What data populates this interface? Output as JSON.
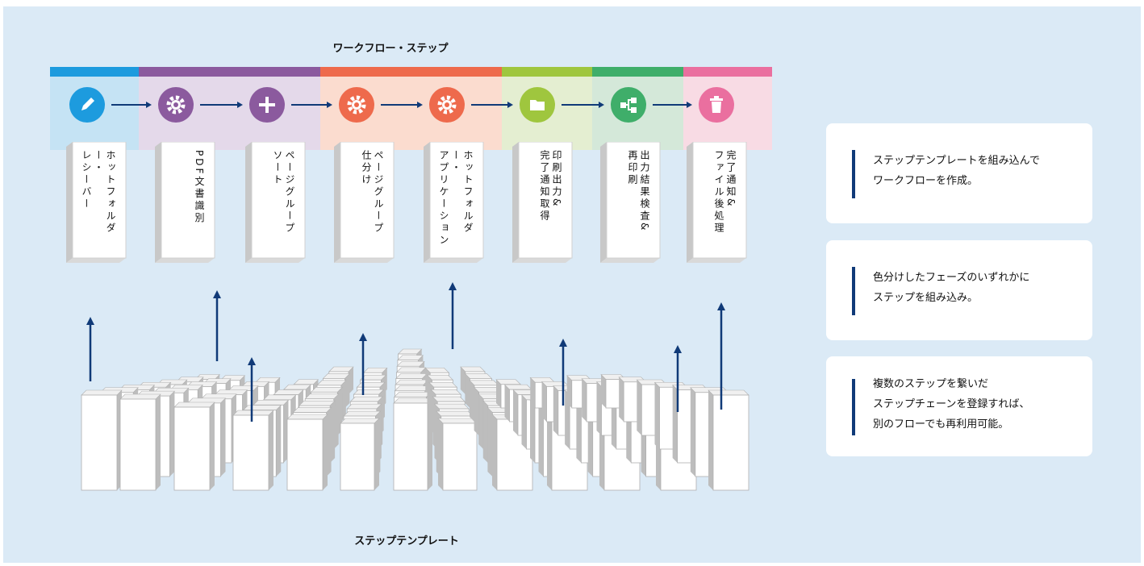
{
  "workflow_title": "ワークフロー・ステップ",
  "template_title": "ステップテンプレート",
  "phases": [
    {
      "color": "#1d9bde",
      "tint": "#c5e3f4"
    },
    {
      "color": "#8b5a9e",
      "tint": "#e4d9ea"
    },
    {
      "color": "#ee6a4c",
      "tint": "#fbdccf"
    },
    {
      "color": "#9fc63e",
      "tint": "#e4eed1"
    },
    {
      "color": "#3fae6a",
      "tint": "#d4e8d9"
    },
    {
      "color": "#ea6f9f",
      "tint": "#f8dbe4"
    }
  ],
  "steps": [
    {
      "icon": "pencil-icon",
      "color": "#1d9bde",
      "label": "ホットフォルダー・\nレシーバー"
    },
    {
      "icon": "gear-icon",
      "color": "#8b5a9e",
      "label": "PDF文書識別"
    },
    {
      "icon": "plus-icon",
      "color": "#8b5a9e",
      "label": "ページグループ\nソート"
    },
    {
      "icon": "gear-icon",
      "color": "#ee6a4c",
      "label": "ページグループ\n仕分け"
    },
    {
      "icon": "gear-icon",
      "color": "#ee6a4c",
      "label": "ホットフォルダー・\nアプリケーション"
    },
    {
      "icon": "folder-icon",
      "color": "#9fc63e",
      "label": "印刷出力&\n完了通知取得"
    },
    {
      "icon": "flow-icon",
      "color": "#3fae6a",
      "label": "出力結果検査&\n再印刷"
    },
    {
      "icon": "trash-icon",
      "color": "#ea6f9f",
      "label": "完了通知&\nファイル後処理"
    }
  ],
  "notes": [
    "ステップテンプレートを組み込んで\nワークフローを作成。",
    "色分けしたフェーズのいずれかに\nステップを組み込み。",
    "複数のステップを繋いだ\nステップチェーンを登録すれば、\n別のフローでも再利用可能。"
  ],
  "arrow_color": "#103a78"
}
